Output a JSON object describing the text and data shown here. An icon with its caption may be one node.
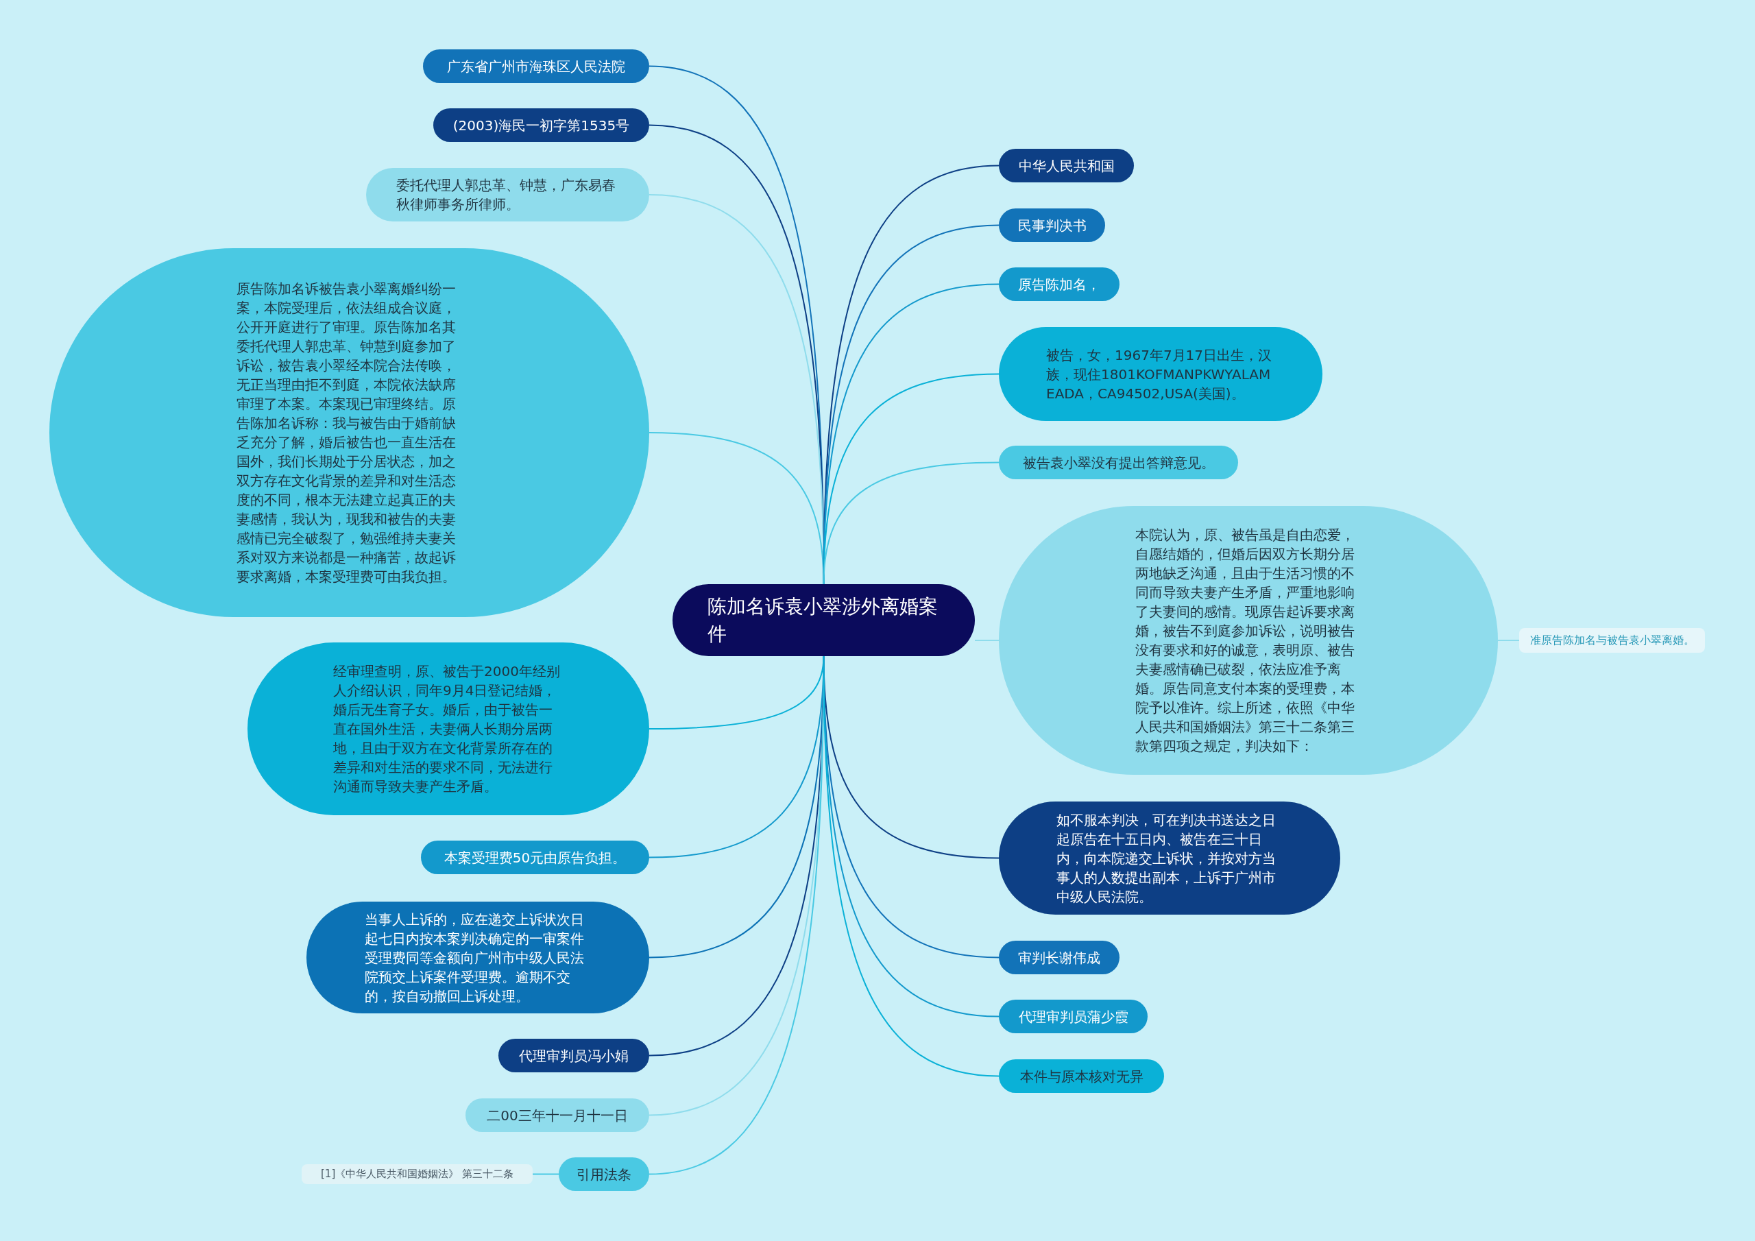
{
  "diagram": {
    "nodes": [
      {
        "text": [
          "陈加名诉袁小翠涉外离婚案件"
        ]
      },
      {
        "text": [
          "广东省广州市海珠区人民法院"
        ]
      },
      {
        "text": [
          "(2003)海民一初字第1535号"
        ]
      },
      {
        "text": [
          "委托代理人郭忠革、钟慧，广东易春秋律师事务所律师。"
        ]
      },
      {
        "text": [
          "原告陈加名诉被告袁小翠离婚纠纷一案，本院受理后，依法组成合议庭，公开开庭进行了审理。原告陈加名其委托代理人郭忠革、钟慧到庭参加了诉讼，被告袁小翠经本院合法传唤，无正当理由拒不到庭，本院依法缺席审理了本案。本案现已审理终结。原告陈加名诉称：我与被告由于婚前缺乏充分了解，婚后被告也一直生活在国外，我们长期处于分居状态，加之双方存在文化背景的差异和对生活态度的不同，根本无法建立起真正的夫妻感情，我认为，现我和被告的夫妻感情已完全破裂了，勉强维持夫妻关系对双方来说都是一种痛苦，故起诉要求离婚，本案受理费可由我负担。"
        ]
      },
      {
        "text": [
          "经审理查明，原、被告于2000年经别人介绍认识，同年9月4日登记结婚，婚后无生育子女。婚后，由于被告一直在国外生活，夫妻俩人长期分居两地，且由于双方在文化背景所存在的差异和对生活的要求不同，无法进行沟通而导致夫妻产生矛盾。"
        ]
      },
      {
        "text": [
          "本案受理费50元由原告负担。"
        ]
      },
      {
        "text": [
          "当事人上诉的，应在递交上诉状次日起七日内按本案判决确定的一审案件受理费同等金额向广州市中级人民法院预交上诉案件受理费。逾期不交的，按自动撤回上诉处理。"
        ]
      },
      {
        "text": [
          "代理审判员冯小娟"
        ]
      },
      {
        "text": [
          "二00三年十一月十一日"
        ]
      },
      {
        "text": [
          "引用法条"
        ]
      },
      {
        "text": [
          "[1]《中华人民共和国婚姻法》 第三十二条"
        ]
      },
      {
        "text": [
          "中华人民共和国"
        ]
      },
      {
        "text": [
          "民事判决书"
        ]
      },
      {
        "text": [
          "原告陈加名，"
        ]
      },
      {
        "text": [
          "被告，女，1967年7月17日出生，汉族，现住1801KOFMANPKWYALAMEADA，CA94502,USA(美国)。"
        ]
      },
      {
        "text": [
          "被告袁小翠没有提出答辩意见。"
        ]
      },
      {
        "text": [
          "本院认为，原、被告虽是自由恋爱，自愿结婚的，但婚后因双方长期分居两地缺乏沟通，且由于生活习惯的不同而导致夫妻产生矛盾，严重地影响了夫妻间的感情。现原告起诉要求离婚，被告不到庭参加诉讼，说明被告没有要求和好的诚意，表明原、被告夫妻感情确已破裂，依法应准予离婚。原告同意支付本案的受理费，本院予以准许。综上所述，依照《中华人民共和国婚姻法》第三十二条第三款第四项之规定，判决如下："
        ]
      },
      {
        "text": [
          "准原告陈加名与被告袁小翠离婚。"
        ]
      },
      {
        "text": [
          "如不服本判决，可在判决书送达之日起原告在十五日内、被告在三十日内，向本院递交上诉状，并按对方当事人的人数提出副本，上诉于广州市中级人民法院。"
        ]
      },
      {
        "text": [
          "审判长谢伟成"
        ]
      },
      {
        "text": [
          "代理审判员蒲少霞"
        ]
      },
      {
        "text": [
          "本件与原本核对无异"
        ]
      }
    ],
    "edges": [
      {
        "from": 0,
        "to": 1,
        "arrow": "none",
        "color": "#1273b8"
      },
      {
        "from": 0,
        "to": 2,
        "arrow": "none",
        "color": "#0d3f85"
      },
      {
        "from": 0,
        "to": 3,
        "arrow": "none",
        "color": "#8fdcec"
      },
      {
        "from": 0,
        "to": 4,
        "arrow": "none",
        "color": "#4ac9e3"
      },
      {
        "from": 0,
        "to": 5,
        "arrow": "none",
        "color": "#0ab1d7"
      },
      {
        "from": 0,
        "to": 6,
        "arrow": "none",
        "color": "#1399cc"
      },
      {
        "from": 0,
        "to": 7,
        "arrow": "none",
        "color": "#0c72b5"
      },
      {
        "from": 0,
        "to": 8,
        "arrow": "none",
        "color": "#0d3f85"
      },
      {
        "from": 0,
        "to": 9,
        "arrow": "none",
        "color": "#8fdcec"
      },
      {
        "from": 0,
        "to": 10,
        "arrow": "none",
        "color": "#4ac9e3"
      },
      {
        "from": 10,
        "to": 11,
        "arrow": "none",
        "color": "#4ac9e3"
      },
      {
        "from": 0,
        "to": 12,
        "arrow": "none",
        "color": "#0d3f85"
      },
      {
        "from": 0,
        "to": 13,
        "arrow": "none",
        "color": "#1273b8"
      },
      {
        "from": 0,
        "to": 14,
        "arrow": "none",
        "color": "#1399cc"
      },
      {
        "from": 0,
        "to": 15,
        "arrow": "none",
        "color": "#0ab1d7"
      },
      {
        "from": 0,
        "to": 16,
        "arrow": "none",
        "color": "#4ac9e3"
      },
      {
        "from": 0,
        "to": 17,
        "arrow": "none",
        "color": "#8fdcec"
      },
      {
        "from": 17,
        "to": 18,
        "arrow": "none",
        "color": "#8fdcec"
      },
      {
        "from": 0,
        "to": 19,
        "arrow": "none",
        "color": "#0d3f85"
      },
      {
        "from": 0,
        "to": 20,
        "arrow": "none",
        "color": "#1273b8"
      },
      {
        "from": 0,
        "to": 21,
        "arrow": "none",
        "color": "#1399cc"
      },
      {
        "from": 0,
        "to": 22,
        "arrow": "none",
        "color": "#0ab1d7"
      }
    ]
  }
}
